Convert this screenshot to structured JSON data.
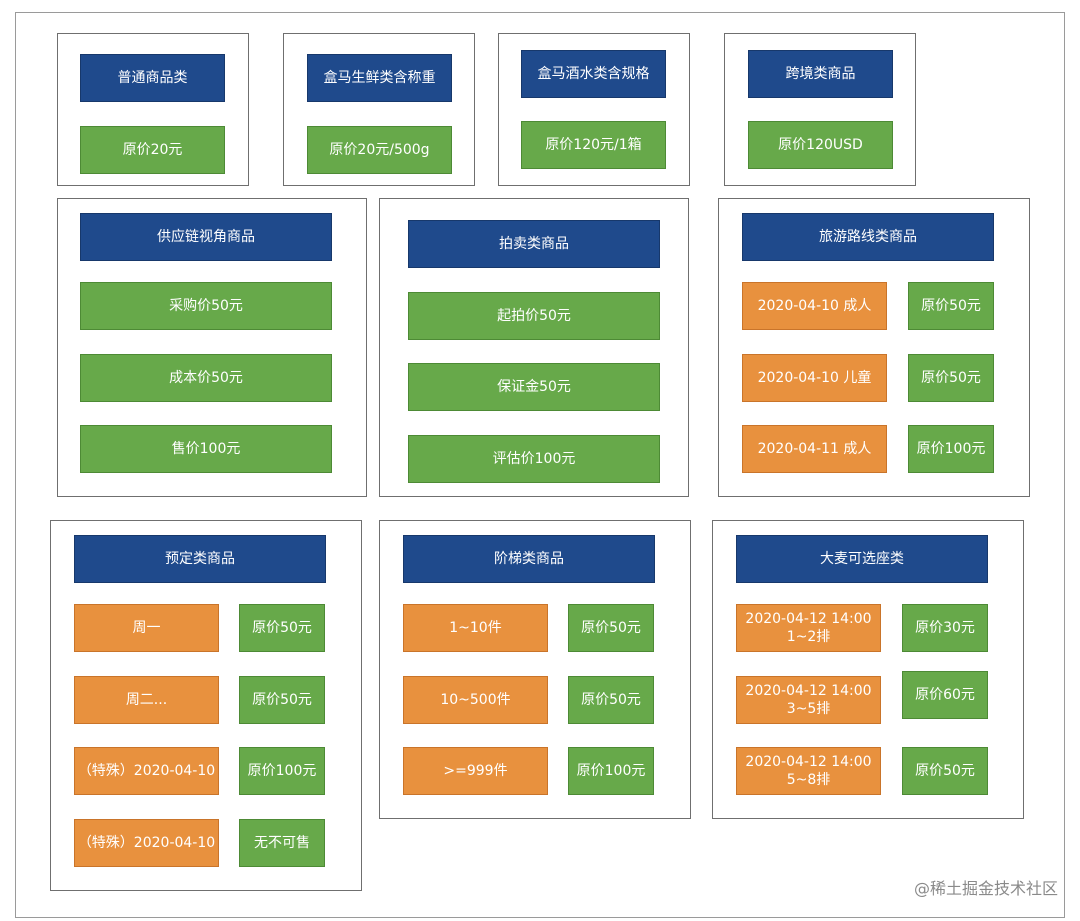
{
  "groups": {
    "g1": {
      "title": "普通商品类",
      "items": [
        "原价20元"
      ]
    },
    "g2": {
      "title": "盒马生鲜类含称重",
      "items": [
        "原价20元/500g"
      ]
    },
    "g3": {
      "title": "盒马酒水类含规格",
      "items": [
        "原价120元/1箱"
      ]
    },
    "g4": {
      "title": "跨境类商品",
      "items": [
        "原价120USD"
      ]
    },
    "g5": {
      "title": "供应链视角商品",
      "items": [
        "采购价50元",
        "成本价50元",
        "售价100元"
      ]
    },
    "g6": {
      "title": "拍卖类商品",
      "items": [
        "起拍价50元",
        "保证金50元",
        "评估价100元"
      ]
    },
    "g7": {
      "title": "旅游路线类商品",
      "conditions": [
        "2020-04-10 成人",
        "2020-04-10 儿童",
        "2020-04-11 成人"
      ],
      "prices": [
        "原价50元",
        "原价50元",
        "原价100元"
      ]
    },
    "g8": {
      "title": "预定类商品",
      "conditions": [
        "周一",
        "周二...",
        "（特殊）2020-04-10",
        "（特殊）2020-04-10"
      ],
      "prices": [
        "原价50元",
        "原价50元",
        "原价100元",
        "无不可售"
      ]
    },
    "g9": {
      "title": "阶梯类商品",
      "conditions": [
        "1~10件",
        "10~500件",
        ">=999件"
      ],
      "prices": [
        "原价50元",
        "原价50元",
        "原价100元"
      ]
    },
    "g10": {
      "title": "大麦可选座类",
      "conditions": [
        "2020-04-12  14:00\n1~2排",
        "2020-04-12  14:00\n3~5排",
        "2020-04-12  14:00\n5~8排"
      ],
      "prices": [
        "原价30元",
        "原价60元",
        "原价50元"
      ]
    }
  },
  "watermark": "@稀土掘金技术社区",
  "colors": {
    "title_bg": "#1f4a8c",
    "price_bg": "#67a94a",
    "condition_bg": "#e8913e"
  }
}
